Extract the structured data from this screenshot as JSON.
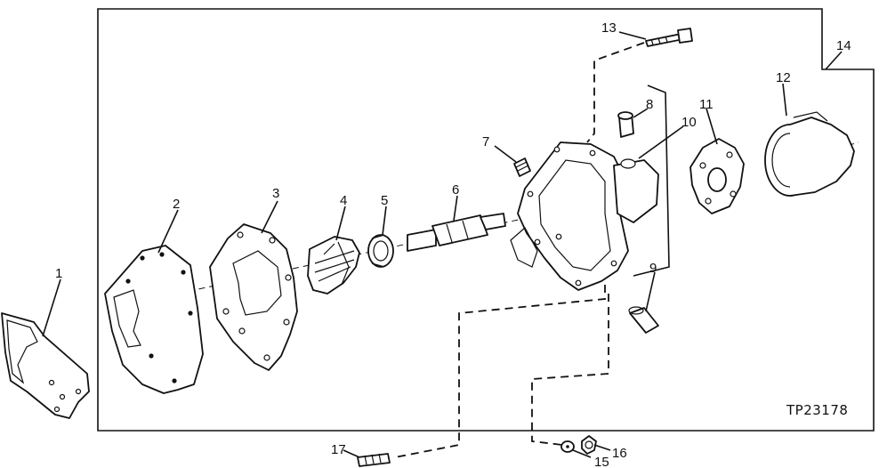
{
  "diagram": {
    "reference_code": "TP23178",
    "callouts": [
      "1",
      "2",
      "3",
      "4",
      "5",
      "6",
      "7",
      "8",
      "9",
      "10",
      "11",
      "12",
      "13",
      "14",
      "15",
      "16",
      "17"
    ]
  }
}
